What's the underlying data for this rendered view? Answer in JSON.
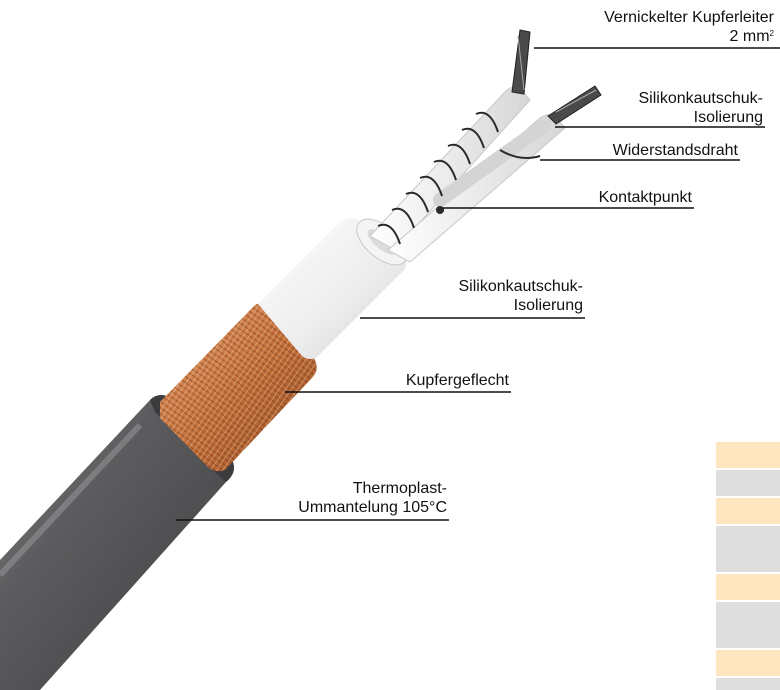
{
  "labels": {
    "conductor": {
      "line1": "Vernickelter Kupferleiter",
      "line2_main": "2 mm",
      "line2_sup": "2"
    },
    "insulation_inner": {
      "line1": "Silikonkautschuk-",
      "line2": "Isolierung"
    },
    "resistance_wire": {
      "line1": "Widerstandsdraht"
    },
    "contact_point": {
      "line1": "Kontaktpunkt"
    },
    "insulation_outer": {
      "line1": "Silikonkautschuk-",
      "line2": "Isolierung"
    },
    "braid": {
      "line1": "Kupfergeflecht"
    },
    "jacket": {
      "line1": "Thermoplast-",
      "line2": "Ummantelung 105°C"
    }
  },
  "colors": {
    "jacket": "#5e5e60",
    "braid": "#c8743c",
    "silicone": "#f1f1f1",
    "wire": "#2a2a2a",
    "leader": "#111111",
    "stripe_orange": "#fde6c0",
    "stripe_gray": "#dedede"
  }
}
